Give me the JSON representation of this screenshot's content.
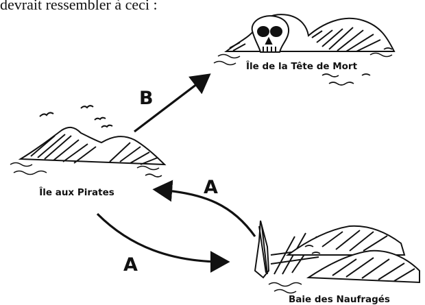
{
  "header_fragment": "devrait ressembler à ceci :",
  "islands": {
    "skull": {
      "name": "Île de la Tête de Mort",
      "icon": "skull-island-icon"
    },
    "pirates": {
      "name": "Île aux Pirates",
      "icon": "pirate-island-icon"
    },
    "wreck": {
      "name": "Baie des Naufragés",
      "icon": "shipwreck-bay-icon"
    }
  },
  "routes": {
    "b": "B",
    "a_upper": "A",
    "a_lower": "A"
  },
  "colors": {
    "ink": "#111111",
    "paper": "#ffffff"
  }
}
